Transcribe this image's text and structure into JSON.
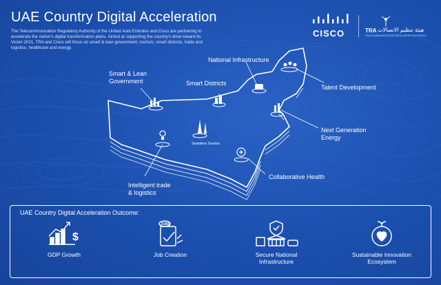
{
  "header": {
    "title": "UAE Country Digital Acceleration",
    "intro": "The Telecommunication Regulatory Authority of the United Arab Emirates and Cisco are partnering to accelerate the nation's digital transformation plans. Aimed at supporting the country's drive toward its Vision 2021, TRA and Cisco will focus on smart & lean government, tourism, smart districts, trade and logistics, healthcare and energy."
  },
  "logos": {
    "cisco": "CISCO",
    "tra": "TRA",
    "tra_arabic": "هيئة تنظيم الاتصالات",
    "tra_sub": "TELECOMMUNICATIONS REGULATORY AUTHORITY"
  },
  "map": {
    "smart_gov_1": "Smart & Lean",
    "smart_gov_2": "Government",
    "smart_districts": "Smart Districts",
    "national_infra": "National Infrastructure",
    "talent": "Talent Development",
    "next_gen_1": "Next Generation",
    "next_gen_2": "Energy",
    "seamless": "Seamless Tourism",
    "collab_health": "Collaborative Health",
    "trade_1": "Intelligent trade",
    "trade_2": "& logistics"
  },
  "outcome": {
    "title": "UAE Country Digital Acceleration Outcome:",
    "items": [
      {
        "label": "GDP Growth",
        "label2": ""
      },
      {
        "label": "Job Creation",
        "label2": ""
      },
      {
        "label": "Secure National",
        "label2": "Infrastructure"
      },
      {
        "label": "Sustainable Innovation",
        "label2": "Ecosystem"
      }
    ]
  },
  "colors": {
    "background": "#1b4fae",
    "foreground": "#ffffff"
  }
}
